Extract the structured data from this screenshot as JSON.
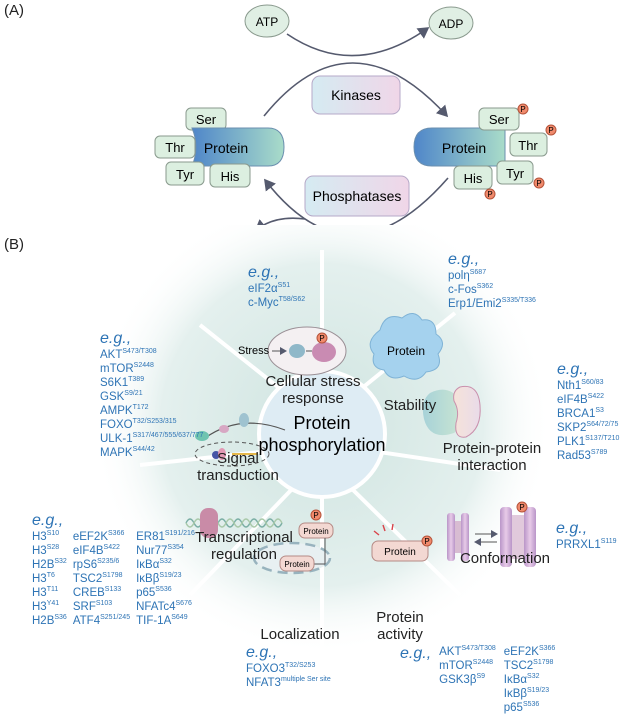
{
  "panel_a": {
    "label": "(A)",
    "atp": "ATP",
    "adp": "ADP",
    "kinases": "Kinases",
    "phosphatases": "Phosphatases",
    "protein_label": "Protein",
    "residues": [
      "Ser",
      "Thr",
      "Tyr",
      "His"
    ],
    "phosphate": "P"
  },
  "panel_b": {
    "label": "(B)",
    "center": [
      "Protein",
      "phosphorylation"
    ],
    "eg_prefix": "e.g.,",
    "colors": {
      "accent_text": "#2e74b5",
      "phosphate": "#f08a6c"
    },
    "sectors": {
      "stress": {
        "title": [
          "Cellular stress",
          "response"
        ],
        "icon_label": "Stress",
        "examples": [
          {
            "name": "eIF2α",
            "site": "S51"
          },
          {
            "name": "c-Myc",
            "site": "T58/S62"
          }
        ]
      },
      "stability": {
        "title": [
          "Stability"
        ],
        "icon_label": "Protein",
        "examples": [
          {
            "name": "polη",
            "site": "S687"
          },
          {
            "name": "c-Fos",
            "site": "S362"
          },
          {
            "name": "Erp1/Emi2",
            "site": "S335/T336"
          }
        ]
      },
      "ppi": {
        "title": [
          "Protein-protein",
          "interaction"
        ],
        "examples": [
          {
            "name": "Nth1",
            "site": "S60/83"
          },
          {
            "name": "eIF4B",
            "site": "S422"
          },
          {
            "name": "BRCA1",
            "site": "S3"
          },
          {
            "name": "SKP2",
            "site": "S64/72/75"
          },
          {
            "name": "PLK1",
            "site": "S137/T210"
          },
          {
            "name": "Rad53",
            "site": "S789"
          }
        ]
      },
      "conformation": {
        "title": [
          "Conformation"
        ],
        "examples": [
          {
            "name": "PRRXL1",
            "site": "S119"
          }
        ]
      },
      "activity": {
        "title": [
          "Protein",
          "activity"
        ],
        "icon_label": "Protein",
        "examples_col1": [
          {
            "name": "AKT",
            "site": "S473/T308"
          },
          {
            "name": "mTOR",
            "site": "S2448"
          },
          {
            "name": "GSK3β",
            "site": "S9"
          }
        ],
        "examples_col2": [
          {
            "name": "eEF2K",
            "site": "S366"
          },
          {
            "name": "TSC2",
            "site": "S1798"
          },
          {
            "name": "IκBα",
            "site": "S32"
          },
          {
            "name": "IκBβ",
            "site": "S19/23"
          },
          {
            "name": "p65",
            "site": "S536"
          }
        ]
      },
      "localization": {
        "title": [
          "Localization"
        ],
        "icon_label": "Protein",
        "examples": [
          {
            "name": "FOXO3",
            "site": "T32/S253"
          },
          {
            "name": "NFAT3",
            "site": "multiple Ser site"
          }
        ]
      },
      "transcription": {
        "title": [
          "Transcriptional",
          "regulation"
        ],
        "examples_col1": [
          {
            "name": "H3",
            "site": "S10"
          },
          {
            "name": "H3",
            "site": "S28"
          },
          {
            "name": "H2B",
            "site": "S32"
          },
          {
            "name": "H3",
            "site": "T6"
          },
          {
            "name": "H3",
            "site": "T11"
          },
          {
            "name": "H3",
            "site": "Y41"
          },
          {
            "name": "H2B",
            "site": "S36"
          }
        ],
        "examples_col2": [
          {
            "name": "eEF2K",
            "site": "S366"
          },
          {
            "name": "eIF4B",
            "site": "S422"
          },
          {
            "name": "rpS6",
            "site": "S235/6"
          },
          {
            "name": "TSC2",
            "site": "S1798"
          },
          {
            "name": "CREB",
            "site": "S133"
          },
          {
            "name": "SRF",
            "site": "S103"
          },
          {
            "name": "ATF4",
            "site": "S251/245"
          }
        ],
        "examples_col3": [
          {
            "name": "ER81",
            "site": "S191/216"
          },
          {
            "name": "Nur77",
            "site": "S354"
          },
          {
            "name": "IκBα",
            "site": "S32"
          },
          {
            "name": "IκBβ",
            "site": "S19/23"
          },
          {
            "name": "p65",
            "site": "S536"
          },
          {
            "name": "NFATc4",
            "site": "S676"
          },
          {
            "name": "TIF-1A",
            "site": "S649"
          }
        ]
      },
      "signal": {
        "title": [
          "Signal",
          "transduction"
        ],
        "examples": [
          {
            "name": "AKT",
            "site": "S473/T308"
          },
          {
            "name": "mTOR",
            "site": "S2448"
          },
          {
            "name": "S6K1",
            "site": "T389"
          },
          {
            "name": "GSK",
            "site": "S9/21"
          },
          {
            "name": "AMPK",
            "site": "T172"
          },
          {
            "name": "FOXO",
            "site": "T32/S253/315"
          },
          {
            "name": "ULK-1",
            "site": "S317/467/555/637/777"
          },
          {
            "name": "MAPK",
            "site": "S44/42"
          }
        ]
      }
    }
  }
}
